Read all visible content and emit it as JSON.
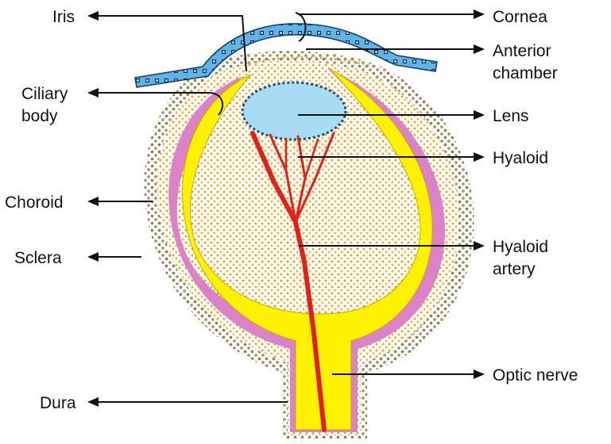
{
  "labels": {
    "iris": "Iris",
    "cornea": "Cornea",
    "anterior_chamber_1": "Anterior",
    "anterior_chamber_2": "chamber",
    "ciliary_body_1": "Ciliary",
    "ciliary_body_2": "body",
    "lens": "Lens",
    "hyaloid": "Hyaloid",
    "choroid": "Choroid",
    "sclera": "Sclera",
    "hyaloid_artery_1": "Hyaloid",
    "hyaloid_artery_2": "artery",
    "optic_nerve": "Optic nerve",
    "dura": "Dura"
  },
  "colors": {
    "cornea_fill": "#5eb4e6",
    "lens_fill": "#a8dcf2",
    "retina_yellow": "#fff200",
    "choroid_pink": "#dc82c8",
    "vessels_red": "#e0201a",
    "sclera_dots": "#8b8456",
    "orange_dots": "#f0a020"
  }
}
